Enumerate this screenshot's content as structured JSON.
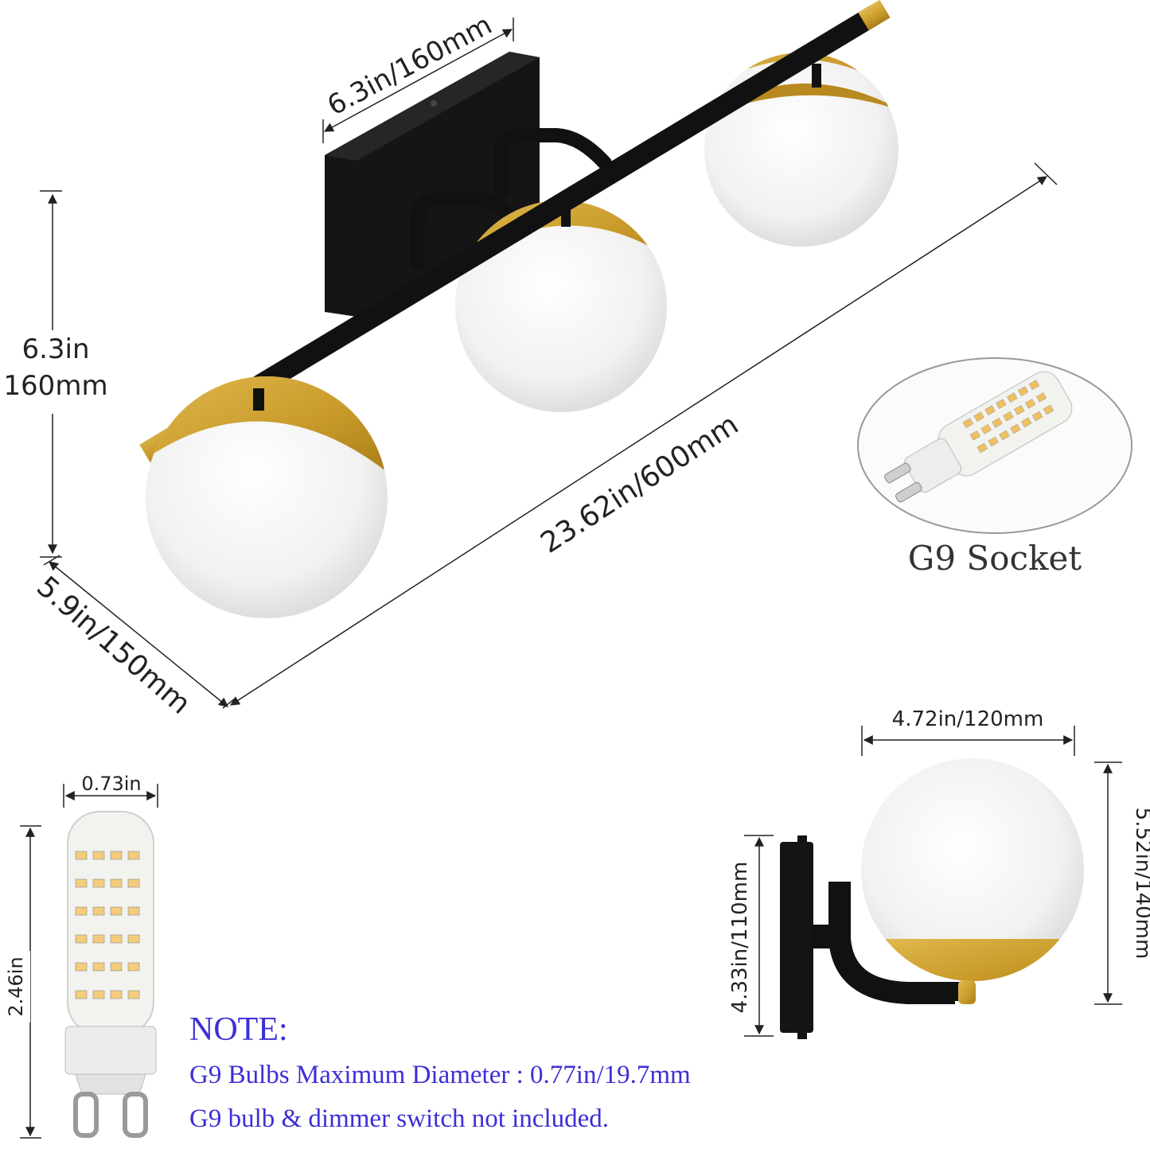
{
  "dimensions": {
    "backplate_width": "6.3in/160mm",
    "height_in": "6.3in",
    "height_mm": "160mm",
    "total_length": "23.62in/600mm",
    "depth": "5.9in/150mm",
    "globe_width": "4.72in/120mm",
    "globe_height": "5.52in/140mm",
    "side_height": "4.33in/110mm"
  },
  "socket": {
    "label": "G9 Socket"
  },
  "bulb": {
    "width": "0.73in",
    "height": "2.46in"
  },
  "note": {
    "title": "NOTE:",
    "line1": "G9 Bulbs Maximum Diameter : 0.77in/19.7mm",
    "line2": "G9 bulb & dimmer switch not included."
  },
  "colors": {
    "metal_black": "#141414",
    "brass": "#c89a2a",
    "glass": "#f4f4f4",
    "note_text": "#3d2fd6"
  }
}
